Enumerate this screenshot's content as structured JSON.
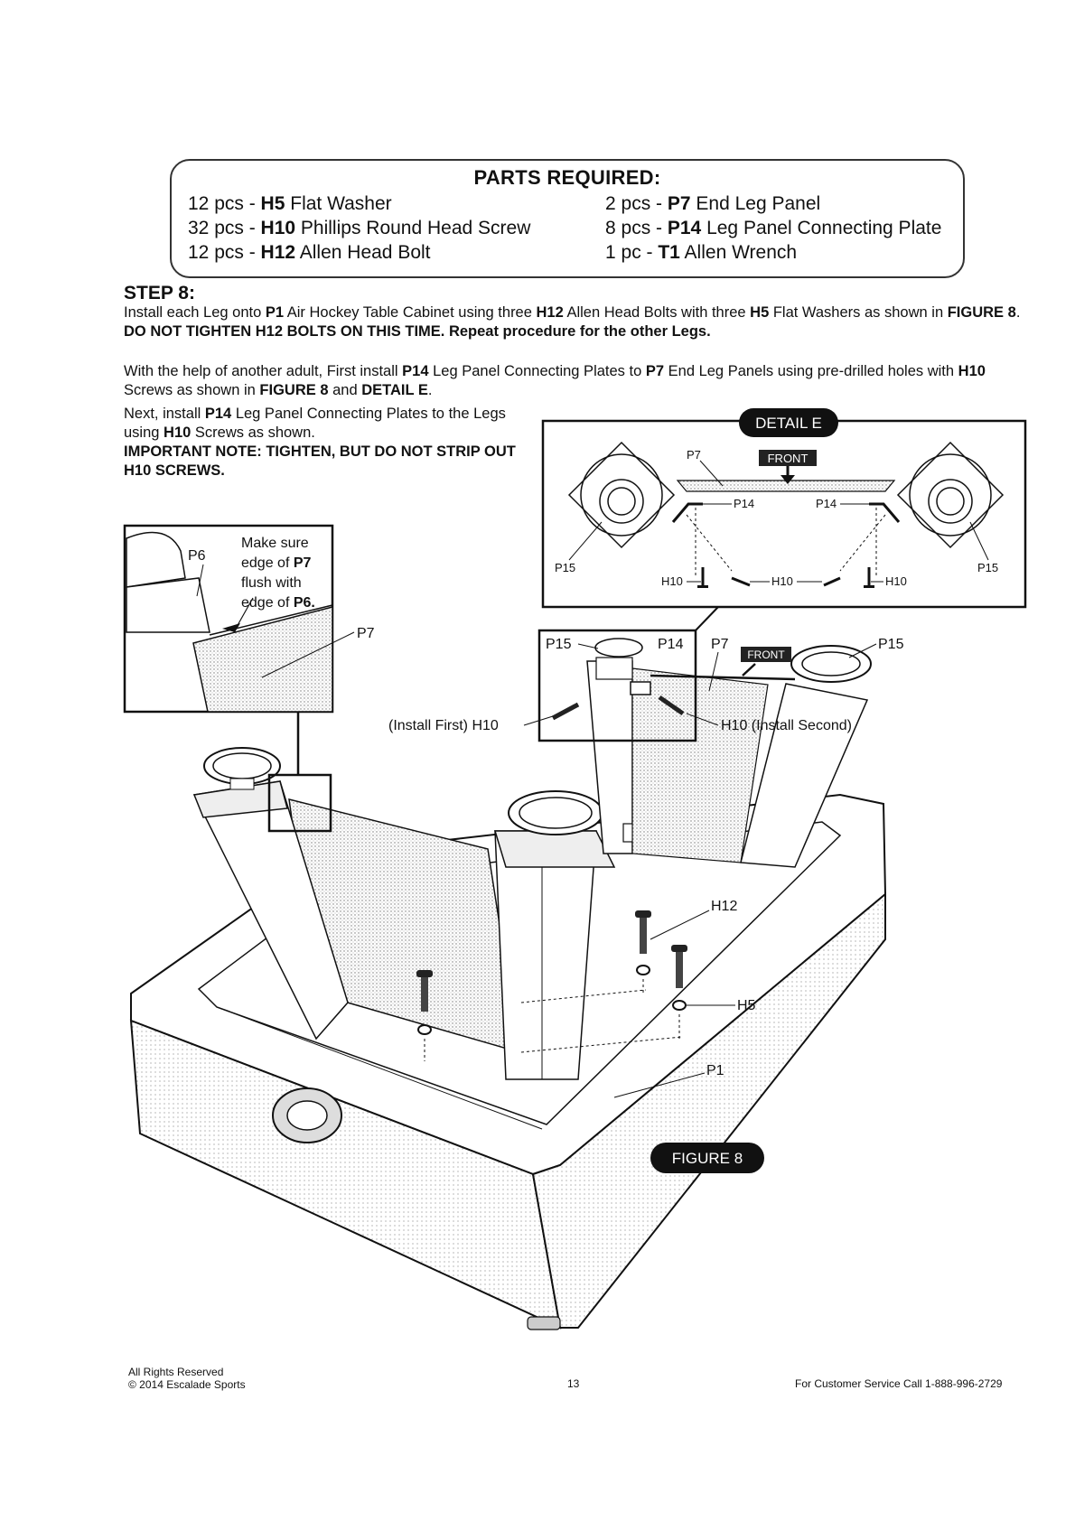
{
  "parts": {
    "title": "PARTS REQUIRED:",
    "left": [
      {
        "qty": "12 pcs - ",
        "code": "H5",
        "name": " Flat Washer"
      },
      {
        "qty": "32 pcs - ",
        "code": "H10",
        "name": " Phillips Round Head Screw"
      },
      {
        "qty": "12 pcs - ",
        "code": "H12",
        "name": " Allen Head Bolt"
      }
    ],
    "right": [
      {
        "qty": "2 pcs - ",
        "code": "P7",
        "name": " End Leg Panel"
      },
      {
        "qty": "8 pcs - ",
        "code": "P14",
        "name": " Leg Panel Connecting Plate"
      },
      {
        "qty": "1 pc - ",
        "code": "T1",
        "name": " Allen Wrench"
      }
    ]
  },
  "step": {
    "title": "STEP 8:",
    "p1": {
      "a": "Install each Leg onto ",
      "b": "P1",
      "c": " Air Hockey Table Cabinet using three ",
      "d": "H12",
      "e": " Allen Head Bolts with three ",
      "f": "H5",
      "g": " Flat Washers as shown in ",
      "h": "FIGURE 8",
      "i": ".  ",
      "j": "DO NOT TIGHTEN H12 BOLTS ON THIS TIME.  Repeat procedure for the other Legs."
    },
    "p2": {
      "a": "With the help of another adult, First install ",
      "b": "P14",
      "c": " Leg Panel Connecting Plates to ",
      "d": "P7",
      "e": " End Leg Panels using pre-drilled holes with ",
      "f": "H10",
      "g": " Screws as shown in ",
      "h": "FIGURE 8",
      "i": " and ",
      "j": "DETAIL E",
      "k": "."
    },
    "p3": {
      "a": "Next, install ",
      "b": "P14",
      "c": " Leg Panel Connecting Plates to the Legs using ",
      "d": "H10",
      "e": " Screws as shown."
    },
    "p4": "IMPORTANT NOTE:  TIGHTEN, BUT DO NOT STRIP OUT H10 SCREWS."
  },
  "detail_e": {
    "badge": "DETAIL E",
    "front": "FRONT",
    "labels": {
      "p7": "P7",
      "p14_left": "P14",
      "p14_right": "P14",
      "p15_left": "P15",
      "p15_right": "P15",
      "h10_left": "H10",
      "h10_mid": "H10",
      "h10_right": "H10"
    }
  },
  "inset": {
    "p6": "P6",
    "note_a": "Make sure",
    "note_b": "edge of ",
    "note_b_bold": "P7",
    "note_c": "flush with",
    "note_d": "edge of ",
    "note_d_bold": "P6.",
    "p7": "P7"
  },
  "figure": {
    "badge": "FIGURE 8",
    "front": "FRONT",
    "labels": {
      "p15_left": "P15",
      "p14": "P14",
      "p7": "P7",
      "p15_right": "P15",
      "install_first": "(Install First)  H10",
      "install_second": "H10  (Install Second)",
      "h12": "H12",
      "h5": "H5",
      "p1": "P1"
    }
  },
  "footer": {
    "rights": "All Rights Reserved",
    "copyright": "© 2014 Escalade Sports",
    "page": "13",
    "service": "For Customer Service Call   1-888-996-2729"
  }
}
